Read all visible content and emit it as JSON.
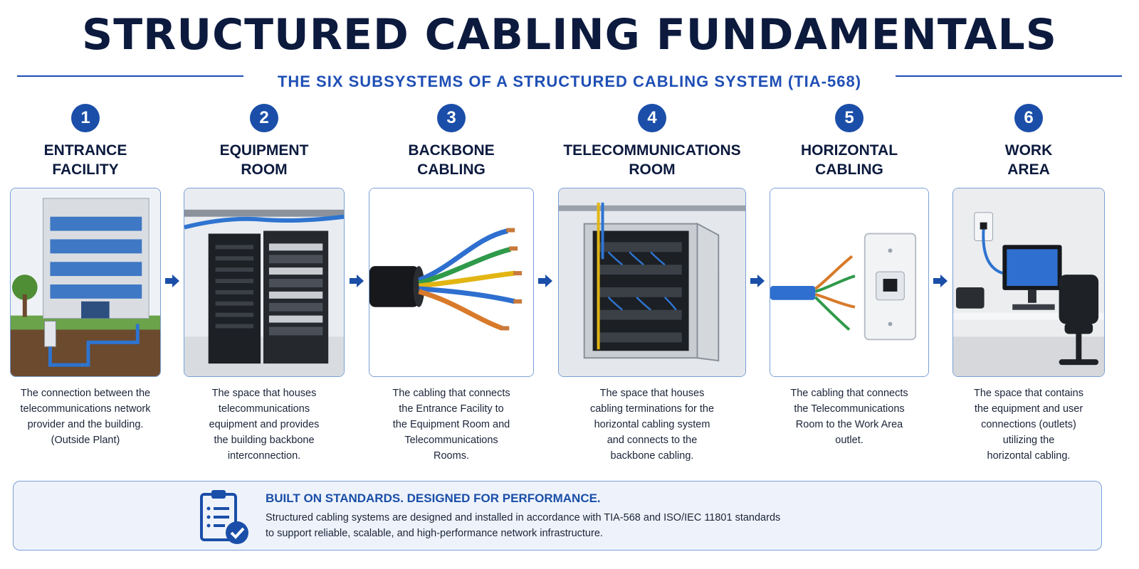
{
  "title": "STRUCTURED CABLING FUNDAMENTALS",
  "subtitle": "THE SIX SUBSYSTEMS OF A STRUCTURED CABLING SYSTEM (TIA-568)",
  "steps": [
    {
      "number": "1",
      "title_lines": [
        "ENTRANCE",
        "FACILITY"
      ],
      "image": "building-with-entrance-conduit",
      "desc_lines": [
        "The connection between the",
        "telecommunications network",
        "provider and the building.",
        "(Outside Plant)"
      ]
    },
    {
      "number": "2",
      "title_lines": [
        "EQUIPMENT",
        "ROOM"
      ],
      "image": "server-racks-with-cable-tray",
      "desc_lines": [
        "The space that houses",
        "telecommunications",
        "equipment and provides",
        "the building backbone",
        "interconnection."
      ]
    },
    {
      "number": "3",
      "title_lines": [
        "BACKBONE",
        "CABLING"
      ],
      "image": "multi-pair-cable-end",
      "desc_lines": [
        "The cabling that connects",
        "the Entrance Facility to",
        "the Equipment Room and",
        "Telecommunications",
        "Rooms."
      ]
    },
    {
      "number": "4",
      "title_lines": [
        "TELECOMMUNICATIONS",
        "ROOM"
      ],
      "image": "wall-mounted-patch-cabinet",
      "desc_lines": [
        "The space that houses",
        "cabling terminations for the",
        "horizontal cabling system",
        "and connects to the",
        "backbone cabling."
      ]
    },
    {
      "number": "5",
      "title_lines": [
        "HORIZONTAL",
        "CABLING"
      ],
      "image": "cable-and-wall-outlet",
      "desc_lines": [
        "The cabling that connects",
        "the Telecommunications",
        "Room to the Work Area",
        "outlet."
      ]
    },
    {
      "number": "6",
      "title_lines": [
        "WORK",
        "AREA"
      ],
      "image": "desk-with-computer-and-phone",
      "desc_lines": [
        "The space that contains",
        "the equipment and user",
        "connections (outlets)",
        "utilizing the",
        "horizontal cabling."
      ]
    }
  ],
  "footer": {
    "icon": "clipboard-check-icon",
    "heading": "BUILT ON STANDARDS. DESIGNED FOR PERFORMANCE.",
    "text_lines": [
      "Structured cabling systems are designed and installed in accordance with TIA-568 and ISO/IEC 11801 standards",
      "to support reliable, scalable, and high-performance network infrastructure."
    ]
  },
  "colors": {
    "accent": "#1a4ea8",
    "title": "#0c1a3e",
    "border": "#7a9fd6",
    "footer_bg": "#eef3fb"
  }
}
